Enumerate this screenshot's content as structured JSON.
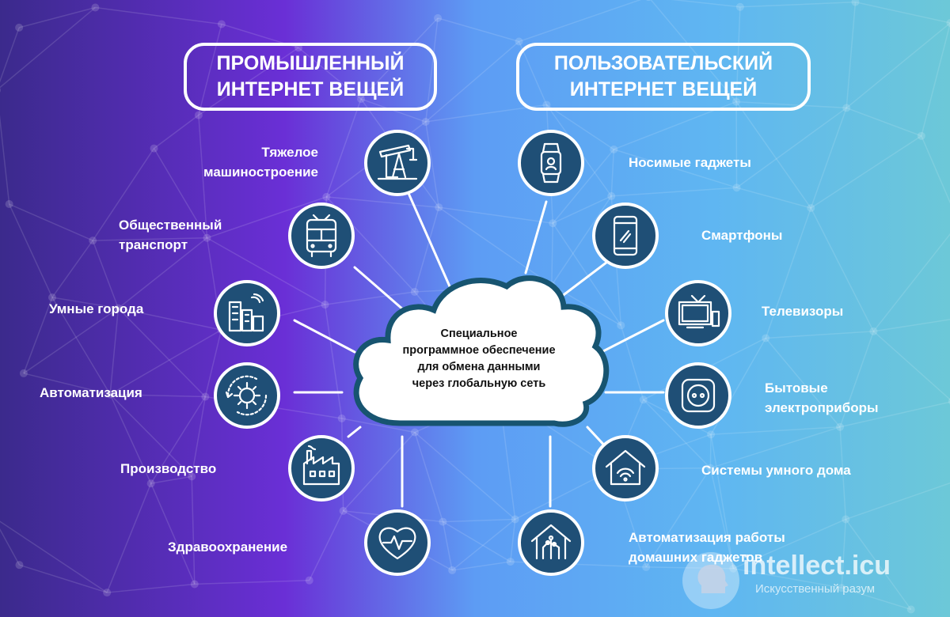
{
  "colors": {
    "node_fill": "#1f4f76",
    "node_ring": "#ffffff",
    "connector": "#ffffff",
    "cloud_fill": "#ffffff",
    "cloud_stroke": "#175470"
  },
  "industrial": {
    "title_line1": "ПРОМЫШЛЕННЫЙ",
    "title_line2": "ИНТЕРНЕТ ВЕЩЕЙ",
    "items": [
      {
        "line1": "Тяжелое",
        "line2": "машиностроение",
        "icon": "oil-pump-icon"
      },
      {
        "line1": "Общественный",
        "line2": "транспорт",
        "icon": "trolleybus-icon"
      },
      {
        "line1": "Умные города",
        "line2": "",
        "icon": "smart-city-icon"
      },
      {
        "line1": "Автоматизация",
        "line2": "",
        "icon": "gear-cycle-icon"
      },
      {
        "line1": "Производство",
        "line2": "",
        "icon": "factory-icon"
      },
      {
        "line1": "Здравоохранение",
        "line2": "",
        "icon": "heart-pulse-icon"
      }
    ]
  },
  "consumer": {
    "title_line1": "ПОЛЬЗОВАТЕЛЬСКИЙ",
    "title_line2": "ИНТЕРНЕТ ВЕЩЕЙ",
    "items": [
      {
        "line1": "Носимые гаджеты",
        "line2": "",
        "icon": "smartwatch-icon"
      },
      {
        "line1": "Смартфоны",
        "line2": "",
        "icon": "smartphone-icon"
      },
      {
        "line1": "Телевизоры",
        "line2": "",
        "icon": "tv-icon"
      },
      {
        "line1": "Бытовые",
        "line2": "электроприборы",
        "icon": "power-socket-icon"
      },
      {
        "line1": "Системы умного дома",
        "line2": "",
        "icon": "smart-home-wifi-icon"
      },
      {
        "line1": "Автоматизация работы",
        "line2": "домашних гаджетов",
        "icon": "home-circuit-icon"
      }
    ]
  },
  "cloud": {
    "line1": "Специальное",
    "line2": "программное обеспечение",
    "line3": "для обмена данными",
    "line4": "через глобальную сеть"
  },
  "watermark": {
    "brand": "intellect.icu",
    "tagline": "Искусственный разум",
    "icon": "ai-head-icon"
  }
}
